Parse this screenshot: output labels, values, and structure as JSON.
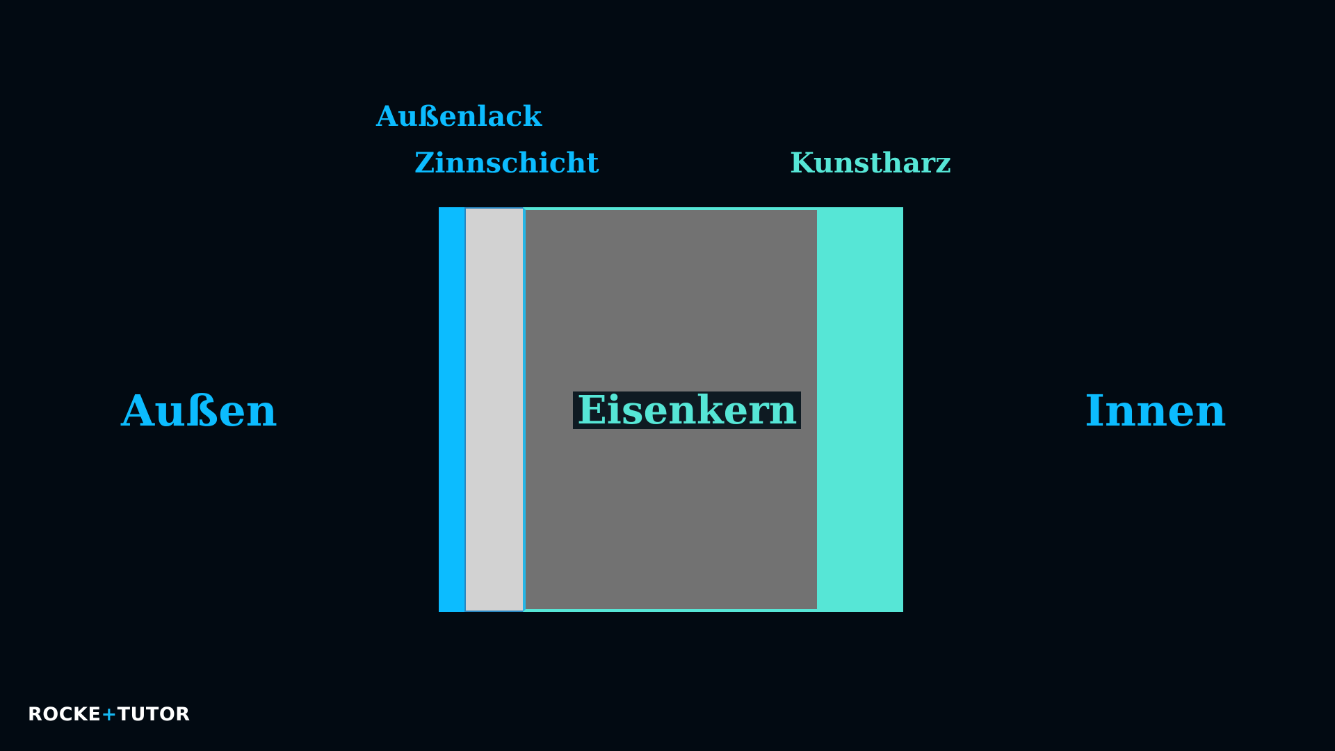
{
  "colors": {
    "background": "#020a12",
    "accent_blue": "#0cbcff",
    "accent_turquoise": "#56e6d6",
    "tin_layer": "#d2d2d2",
    "iron_core": "#727272"
  },
  "diagram": {
    "left_side_label": "Außen",
    "right_side_label": "Innen",
    "layers": [
      {
        "label": "Außenlack",
        "color": "#0cbcff"
      },
      {
        "label": "Zinnschicht",
        "color": "#d2d2d2"
      },
      {
        "label": "Eisenkern",
        "color": "#727272"
      },
      {
        "label": "Kunstharz",
        "color": "#56e6d6"
      }
    ]
  },
  "logo": {
    "part1": "ROCKE",
    "symbol": "+",
    "part2": "TUTOR",
    "full_text": "ROCKETUTOR"
  }
}
